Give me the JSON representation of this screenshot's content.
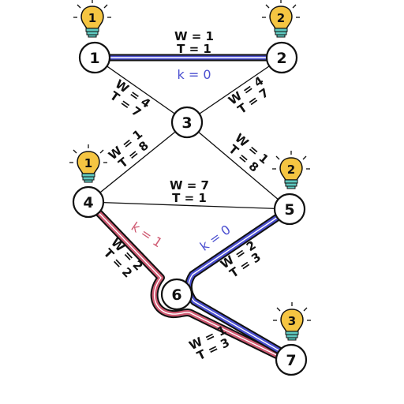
{
  "colors": {
    "blue": "#4b4fd0",
    "red": "#cf5a72",
    "bulb": "#f5c542",
    "bulb_base": "#5fc9c0",
    "edge": "#111111"
  },
  "nodes": [
    {
      "id": "1",
      "label": "1",
      "bulb": "1"
    },
    {
      "id": "2",
      "label": "2",
      "bulb": "2"
    },
    {
      "id": "3",
      "label": "3",
      "bulb": null
    },
    {
      "id": "4",
      "label": "4",
      "bulb": "1"
    },
    {
      "id": "5",
      "label": "5",
      "bulb": "2"
    },
    {
      "id": "6",
      "label": "6",
      "bulb": null
    },
    {
      "id": "7",
      "label": "7",
      "bulb": "3"
    }
  ],
  "edges": [
    {
      "id": "1-2",
      "w": "W = 1",
      "t": "T = 1"
    },
    {
      "id": "1-3",
      "w": "W = 4",
      "t": "T = 7"
    },
    {
      "id": "2-3",
      "w": "W = 4",
      "t": "T = 7"
    },
    {
      "id": "3-4",
      "w": "W = 1",
      "t": "T = 8"
    },
    {
      "id": "3-5",
      "w": "W = 1",
      "t": "T = 8"
    },
    {
      "id": "4-5",
      "w": "W = 7",
      "t": "T = 1"
    },
    {
      "id": "4-6",
      "w": "W = 2",
      "t": "T = 2"
    },
    {
      "id": "5-6",
      "w": "W = 2",
      "t": "T = 3"
    },
    {
      "id": "6-7",
      "w": "W = 1",
      "t": "T = 3"
    }
  ],
  "paths": [
    {
      "id": "blue-top",
      "label": "k = 0",
      "color": "blue"
    },
    {
      "id": "red",
      "label": "k = 1",
      "color": "red"
    },
    {
      "id": "blue-bottom",
      "label": "k = 0",
      "color": "blue"
    }
  ]
}
